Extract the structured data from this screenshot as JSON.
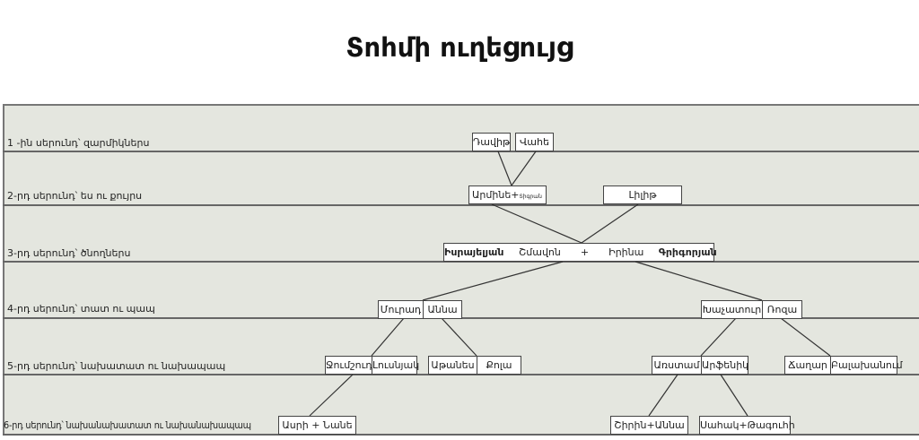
{
  "title": "Տոհմի ուղեցույց",
  "rows": [
    "1 -ին սերունդ՝ զարմիկներս",
    "2-րդ սերունդ՝ ես ու քույրս",
    "3-րդ սերունդ՝ ծնողներս",
    "4-րդ սերունդ՝ տատ ու պապ",
    "5-րդ սերունդ՝ նախատատ ու նախապապ",
    "6-րդ սերունդ՝ նախանախատատ ու նախանախապապ"
  ],
  "people": {
    "davit": "Դավիթ",
    "vahe": "Վահե",
    "armine": "Արմինե+",
    "tigran": "Տիգրան",
    "lilit": "Լիլիթ",
    "parents": {
      "father_surname": "Իսրայելյան",
      "father": "Շմավոն",
      "plus": "+",
      "mother": "Իրինա",
      "mother_surname": "Գրիգորյան"
    },
    "murad": "Մուրադ",
    "anna": "Աննա",
    "khachatur": "Խաչատուր",
    "roza": "Ռոզա",
    "jumshud": "Ջումշուդ",
    "lusnyak": "Լուսնյակ",
    "atanes": "Աթանես",
    "kola": "Քոլա",
    "rostam": "Առստամ",
    "arfenik": "Արֆենիկ",
    "chaghar": "Ճաղար",
    "balakhanum": "Բալախանում",
    "asri": "Ասրի + Նանե",
    "shirin": "Շիրին+Աննա",
    "sahak": "Սահակ+Թագուհի"
  }
}
